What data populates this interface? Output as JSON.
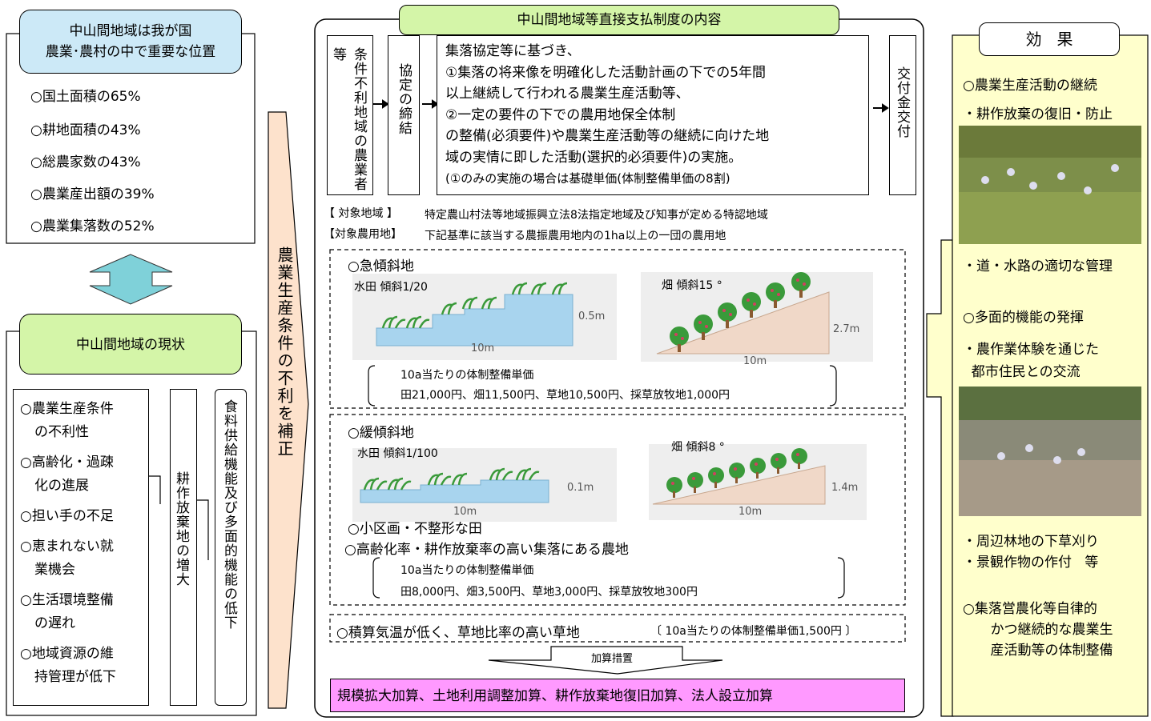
{
  "left": {
    "importance_title": [
      "中山間地域は我が国",
      "農業･農村の中で重要な位置"
    ],
    "stats": [
      "○国土面積の65%",
      "○耕地面積の43%",
      "○総農家数の43%",
      "○農業産出額の39%",
      "○農業集落数の52%"
    ],
    "status_title": "中山間地域の現状",
    "issues": [
      [
        "○農業生産条件",
        "の不利性"
      ],
      [
        "○高齢化・過疎",
        "化の進展"
      ],
      [
        "○担い手の不足"
      ],
      [
        "○恵まれない就",
        "業機会"
      ],
      [
        "○生活環境整備",
        "の遅れ"
      ],
      [
        "○地域資源の維",
        "持管理が低下"
      ]
    ],
    "abandon_increase": "耕作放棄地の増大",
    "function_decline": "食料供給機能及び多面的機能の低下"
  },
  "arrow_label": "農業生産条件の不利を補正",
  "center": {
    "title": "中山間地域等直接支払制度の内容",
    "farmers": "条件不利地域の農業者等",
    "agreement": "協定の締結",
    "plan_lines": [
      "集落協定等に基づき、",
      "①集落の将来像を明確化した活動計画の下での5年間",
      "以上継続して行われる農業生産活動等、",
      "②一定の要件の下での農用地保全体制",
      "の整備(必須要件)や農業生産活動等の継続に向けた地",
      "域の実情に即した活動(選択的必須要件)の実施。",
      "(①のみの実施の場合は基礎単価(体制整備単価の8割)"
    ],
    "payment": "交付金交付",
    "target_area_label": "【 対象地域 】",
    "target_area": "特定農山村法等地域振興立法8法指定地域及び知事が定める特認地域",
    "target_land_label": "【対象農用地】",
    "target_land": "下記基準に該当する農振農用地内の1ha以上の一団の農用地",
    "steep": {
      "title": "○急傾斜地",
      "paddy": "水田  傾斜1/20",
      "paddy_h": "0.5m",
      "paddy_w": "10m",
      "field": "畑  傾斜15 °",
      "field_h": "2.7m",
      "field_w": "10m",
      "rate_title": "10a当たりの体制整備単価",
      "rates": "田21,000円、畑11,500円、草地10,500円、採草放牧地1,000円"
    },
    "gentle": {
      "title": "○緩傾斜地",
      "paddy": "水田  傾斜1/100",
      "paddy_h": "0.1m",
      "paddy_w": "10m",
      "field": "畑  傾斜8 °",
      "field_h": "1.4m",
      "field_w": "10m",
      "small": "○小区画・不整形な田",
      "aging": "○高齢化率・耕作放棄率の高い集落にある農地",
      "rate_title": "10a当たりの体制整備単価",
      "rates": "田8,000円、畑3,500円、草地3,000円、採草放牧地300円"
    },
    "grass": "○積算気温が低く、草地比率の高い草地",
    "grass_rate": "〔 10a当たりの体制整備単価1,500円 〕",
    "bonus_label": "加算措置",
    "bonus": "規模拡大加算、土地利用調整加算、耕作放棄地復旧加算、法人設立加算"
  },
  "right": {
    "title": "効   果",
    "items": [
      "○農業生産活動の継続",
      "・耕作放棄の復旧・防止",
      "・道・水路の適切な管理",
      "○多面的機能の発揮",
      "・農作業体験を通じた",
      "  都市住民との交流",
      "・周辺林地の下草刈り",
      "・景観作物の作付   等"
    ],
    "last": [
      "○集落営農化等自律的",
      "かつ継続的な農業生",
      "産活動等の体制整備"
    ]
  },
  "colors": {
    "blue_box": "#cce9f7",
    "green_box": "#d4f5a8",
    "arrow_peach": "#fde2cc",
    "right_panel": "#ffffcc",
    "pink_box": "#ff99ff",
    "water": "#a8d4ee",
    "slope": "#f0d8c8",
    "leaf": "#3a9a3a"
  }
}
